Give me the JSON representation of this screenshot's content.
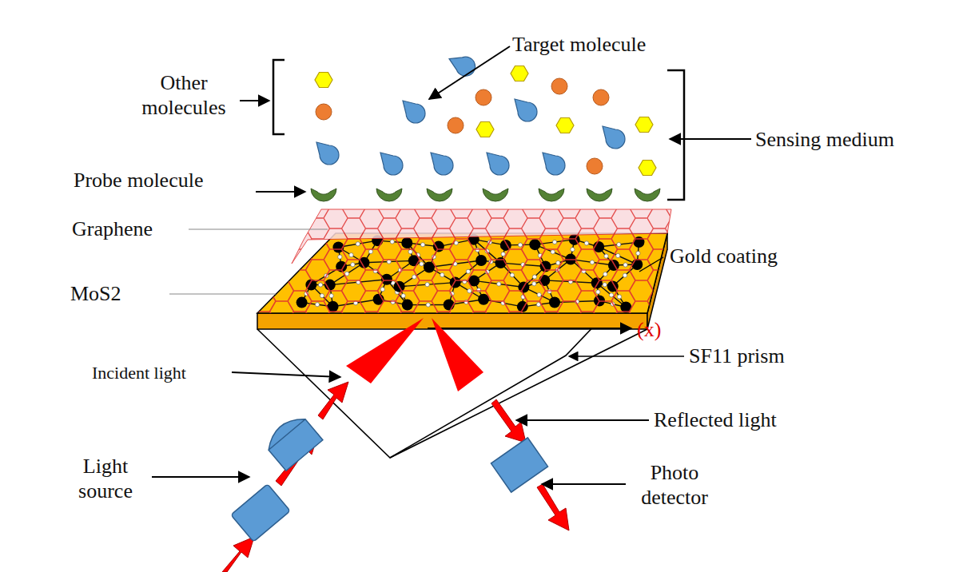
{
  "diagram": {
    "labels": [
      "Target molecule",
      "Other molecules",
      "Sensing medium",
      "Probe molecule",
      "Graphene",
      "Gold coating",
      "MoS2",
      "(x)",
      "Incident light",
      "SF11 prism",
      "Reflected light",
      "Light source",
      "Photo detector"
    ]
  }
}
